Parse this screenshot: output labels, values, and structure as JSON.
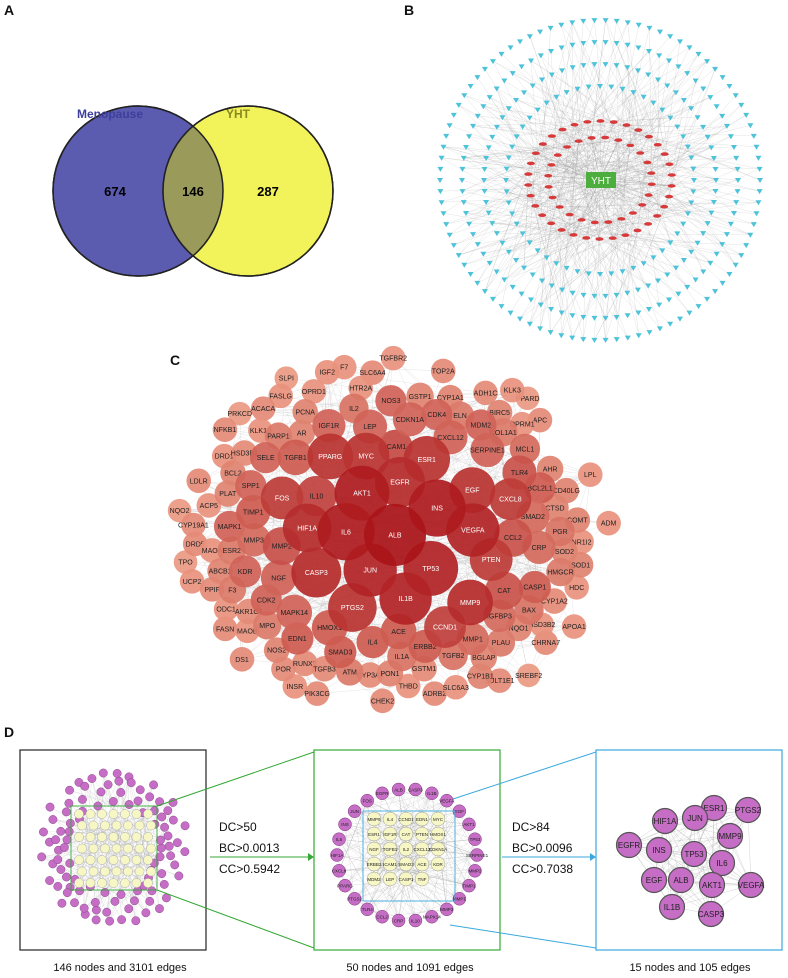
{
  "panels": {
    "a": "A",
    "b": "B",
    "c": "C",
    "d": "D"
  },
  "venn": {
    "left_label": "Menopause",
    "right_label": "YHT",
    "left_only": "674",
    "overlap": "146",
    "right_only": "287",
    "left_color": "#5b5bb0",
    "right_color": "#f2f25a",
    "overlap_color": "#9a9a5b"
  },
  "network_b": {
    "center_label": "YHT",
    "center_color": "#4cae3c",
    "target_color": "#4cc3d8",
    "ingredient_color": "#d73a3a"
  },
  "ppi_c": {
    "nodes": [
      {
        "label": "ALB",
        "size": 1.0,
        "heat": 1.0
      },
      {
        "label": "IL6",
        "size": 0.9,
        "heat": 0.95
      },
      {
        "label": "INS",
        "size": 0.9,
        "heat": 0.95
      },
      {
        "label": "TP53",
        "size": 0.85,
        "heat": 0.9
      },
      {
        "label": "JUN",
        "size": 0.82,
        "heat": 0.9
      },
      {
        "label": "AKT1",
        "size": 0.85,
        "heat": 0.95
      },
      {
        "label": "VEGFA",
        "size": 0.82,
        "heat": 0.9
      },
      {
        "label": "IL1B",
        "size": 0.8,
        "heat": 0.9
      },
      {
        "label": "EGFR",
        "size": 0.75,
        "heat": 0.85
      },
      {
        "label": "CASP3",
        "size": 0.75,
        "heat": 0.85
      },
      {
        "label": "HIF1A",
        "size": 0.72,
        "heat": 0.85
      },
      {
        "label": "PTGS2",
        "size": 0.72,
        "heat": 0.8
      },
      {
        "label": "MYC",
        "size": 0.68,
        "heat": 0.8
      },
      {
        "label": "ESR1",
        "size": 0.68,
        "heat": 0.8
      },
      {
        "label": "EGF",
        "size": 0.66,
        "heat": 0.8
      },
      {
        "label": "MMP9",
        "size": 0.66,
        "heat": 0.85
      },
      {
        "label": "PPARG",
        "size": 0.66,
        "heat": 0.8
      },
      {
        "label": "PTEN",
        "size": 0.6,
        "heat": 0.75
      },
      {
        "label": "FOS",
        "size": 0.6,
        "heat": 0.75
      },
      {
        "label": "CXCL8",
        "size": 0.58,
        "heat": 0.75
      },
      {
        "label": "CCND1",
        "size": 0.58,
        "heat": 0.72
      },
      {
        "label": "IL10",
        "size": 0.55,
        "heat": 0.7
      },
      {
        "label": "CAT",
        "size": 0.5,
        "heat": 0.6
      },
      {
        "label": "MMP2",
        "size": 0.5,
        "heat": 0.62
      },
      {
        "label": "CCL2",
        "size": 0.5,
        "heat": 0.6
      },
      {
        "label": "ACE",
        "size": 0.45,
        "heat": 0.55
      },
      {
        "label": "HMOX1",
        "size": 0.45,
        "heat": 0.55
      },
      {
        "label": "NGF",
        "size": 0.45,
        "heat": 0.5
      },
      {
        "label": "MAPK14",
        "size": 0.45,
        "heat": 0.5
      },
      {
        "label": "TGFB1",
        "size": 0.45,
        "heat": 0.55
      },
      {
        "label": "LEP",
        "size": 0.42,
        "heat": 0.5
      },
      {
        "label": "CXCL12",
        "size": 0.42,
        "heat": 0.5
      },
      {
        "label": "CDKN1A",
        "size": 0.42,
        "heat": 0.5
      },
      {
        "label": "SERPINE1",
        "size": 0.42,
        "heat": 0.5
      },
      {
        "label": "TIMP1",
        "size": 0.42,
        "heat": 0.55
      },
      {
        "label": "IGF1R",
        "size": 0.4,
        "heat": 0.5
      },
      {
        "label": "MMP3",
        "size": 0.4,
        "heat": 0.45
      },
      {
        "label": "CRP",
        "size": 0.4,
        "heat": 0.45
      },
      {
        "label": "SMAD2",
        "size": 0.4,
        "heat": 0.45
      },
      {
        "label": "MMP1",
        "size": 0.38,
        "heat": 0.45
      },
      {
        "label": "TLR4",
        "size": 0.42,
        "heat": 0.6
      },
      {
        "label": "IGFBP3",
        "size": 0.38,
        "heat": 0.45
      },
      {
        "label": "ERBB2",
        "size": 0.4,
        "heat": 0.55
      },
      {
        "label": "CASP1",
        "size": 0.38,
        "heat": 0.55
      },
      {
        "label": "ICAM1",
        "size": 0.42,
        "heat": 0.65
      },
      {
        "label": "SMAD3",
        "size": 0.38,
        "heat": 0.55
      },
      {
        "label": "CDK2",
        "size": 0.36,
        "heat": 0.5
      },
      {
        "label": "CDK4",
        "size": 0.36,
        "heat": 0.5
      },
      {
        "label": "IL4",
        "size": 0.38,
        "heat": 0.55
      },
      {
        "label": "SELE",
        "size": 0.36,
        "heat": 0.5
      },
      {
        "label": "EDN1",
        "size": 0.38,
        "heat": 0.55
      },
      {
        "label": "KDR",
        "size": 0.38,
        "heat": 0.5
      },
      {
        "label": "MDM2",
        "size": 0.36,
        "heat": 0.5
      },
      {
        "label": "BCL2L1",
        "size": 0.36,
        "heat": 0.55
      },
      {
        "label": "NOS3",
        "size": 0.36,
        "heat": 0.5
      },
      {
        "label": "SPP1",
        "size": 0.36,
        "heat": 0.5
      },
      {
        "label": "MAPK1",
        "size": 0.36,
        "heat": 0.5
      },
      {
        "label": "MCL1",
        "size": 0.34,
        "heat": 0.45
      },
      {
        "label": "IL2",
        "size": 0.32,
        "heat": 0.4
      },
      {
        "label": "IL1A",
        "size": 0.32,
        "heat": 0.4
      },
      {
        "label": "TGFB2",
        "size": 0.32,
        "heat": 0.4
      },
      {
        "label": "PGR",
        "size": 0.32,
        "heat": 0.4
      },
      {
        "label": "BAX",
        "size": 0.32,
        "heat": 0.4
      },
      {
        "label": "HMGCR",
        "size": 0.3,
        "heat": 0.35
      },
      {
        "label": "PARP1",
        "size": 0.28,
        "heat": 0.35
      },
      {
        "label": "ATM",
        "size": 0.28,
        "heat": 0.35
      },
      {
        "label": "PLAU",
        "size": 0.3,
        "heat": 0.35
      },
      {
        "label": "ELN",
        "size": 0.3,
        "heat": 0.35
      },
      {
        "label": "ESR2",
        "size": 0.3,
        "heat": 0.35
      },
      {
        "label": "CTSD",
        "size": 0.28,
        "heat": 0.3
      },
      {
        "label": "GSTP1",
        "size": 0.28,
        "heat": 0.3
      },
      {
        "label": "COL1A1",
        "size": 0.3,
        "heat": 0.35
      },
      {
        "label": "MPO",
        "size": 0.3,
        "heat": 0.35
      },
      {
        "label": "F3",
        "size": 0.28,
        "heat": 0.35
      },
      {
        "label": "PON1",
        "size": 0.26,
        "heat": 0.3
      },
      {
        "label": "AR",
        "size": 0.26,
        "heat": 0.3
      },
      {
        "label": "SOD2",
        "size": 0.26,
        "heat": 0.3
      },
      {
        "label": "NQO1",
        "size": 0.26,
        "heat": 0.3
      },
      {
        "label": "AHR",
        "size": 0.26,
        "heat": 0.3
      },
      {
        "label": "BGLAP",
        "size": 0.26,
        "heat": 0.3
      },
      {
        "label": "PLAT",
        "size": 0.26,
        "heat": 0.3
      },
      {
        "label": "GSTM1",
        "size": 0.24,
        "heat": 0.25
      },
      {
        "label": "HSD3B1",
        "size": 0.24,
        "heat": 0.25
      },
      {
        "label": "AKR1C3",
        "size": 0.24,
        "heat": 0.25
      },
      {
        "label": "ODC1",
        "size": 0.22,
        "heat": 0.2
      },
      {
        "label": "THBD",
        "size": 0.22,
        "heat": 0.2
      },
      {
        "label": "CYP1A2",
        "size": 0.24,
        "heat": 0.25
      },
      {
        "label": "KLK10",
        "size": 0.22,
        "heat": 0.2
      },
      {
        "label": "HTR2A",
        "size": 0.22,
        "heat": 0.2
      },
      {
        "label": "HSD3B2",
        "size": 0.22,
        "heat": 0.2
      },
      {
        "label": "TGFB3",
        "size": 0.24,
        "heat": 0.25
      },
      {
        "label": "MAOA",
        "size": 0.22,
        "heat": 0.2
      },
      {
        "label": "NR1I2",
        "size": 0.22,
        "heat": 0.2
      },
      {
        "label": "ACP5",
        "size": 0.22,
        "heat": 0.2
      },
      {
        "label": "HDC",
        "size": 0.22,
        "heat": 0.2
      },
      {
        "label": "OPRM1",
        "size": 0.22,
        "heat": 0.2
      },
      {
        "label": "CYP3A4",
        "size": 0.24,
        "heat": 0.25
      },
      {
        "label": "MAOB",
        "size": 0.22,
        "heat": 0.2
      },
      {
        "label": "SLC6A3",
        "size": 0.22,
        "heat": 0.2
      },
      {
        "label": "DRD1",
        "size": 0.22,
        "heat": 0.2
      },
      {
        "label": "OPRD1",
        "size": 0.22,
        "heat": 0.2
      },
      {
        "label": "NOS2",
        "size": 0.24,
        "heat": 0.3
      },
      {
        "label": "POR",
        "size": 0.22,
        "heat": 0.25
      },
      {
        "label": "PPIF",
        "size": 0.22,
        "heat": 0.25
      },
      {
        "label": "ABCB1",
        "size": 0.24,
        "heat": 0.3
      },
      {
        "label": "COMT",
        "size": 0.24,
        "heat": 0.3
      },
      {
        "label": "ADH1C",
        "size": 0.22,
        "heat": 0.25
      },
      {
        "label": "CYP1A1",
        "size": 0.24,
        "heat": 0.3
      },
      {
        "label": "SOD1",
        "size": 0.24,
        "heat": 0.3
      },
      {
        "label": "DRD5",
        "size": 0.22,
        "heat": 0.25
      },
      {
        "label": "SLC6A4",
        "size": 0.22,
        "heat": 0.25
      },
      {
        "label": "BIRC5",
        "size": 0.24,
        "heat": 0.3
      },
      {
        "label": "CHRNA7",
        "size": 0.22,
        "heat": 0.25
      },
      {
        "label": "ACACA",
        "size": 0.22,
        "heat": 0.25
      },
      {
        "label": "APC",
        "size": 0.22,
        "heat": 0.25
      },
      {
        "label": "PCNA",
        "size": 0.24,
        "heat": 0.3
      },
      {
        "label": "CHEK2",
        "size": 0.22,
        "heat": 0.25
      },
      {
        "label": "CYP1B1",
        "size": 0.24,
        "heat": 0.3
      },
      {
        "label": "ADRB2",
        "size": 0.22,
        "heat": 0.25
      },
      {
        "label": "BCL2",
        "size": 0.24,
        "heat": 0.3
      },
      {
        "label": "SULT1E1",
        "size": 0.22,
        "heat": 0.25
      },
      {
        "label": "FASN",
        "size": 0.22,
        "heat": 0.25
      },
      {
        "label": "TOP2A",
        "size": 0.22,
        "heat": 0.25
      },
      {
        "label": "PIK3CG",
        "size": 0.22,
        "heat": 0.25
      },
      {
        "label": "LDLR",
        "size": 0.22,
        "heat": 0.25
      },
      {
        "label": "CYP19A1",
        "size": 0.22,
        "heat": 0.25
      },
      {
        "label": "UCP2",
        "size": 0.22,
        "heat": 0.2
      },
      {
        "label": "IGF2",
        "size": 0.22,
        "heat": 0.2
      },
      {
        "label": "TPO",
        "size": 0.2,
        "heat": 0.15
      },
      {
        "label": "FASLG",
        "size": 0.22,
        "heat": 0.2
      },
      {
        "label": "CD40LG",
        "size": 0.24,
        "heat": 0.3
      },
      {
        "label": "NFKB1",
        "size": 0.22,
        "heat": 0.25
      },
      {
        "label": "KLK3",
        "size": 0.22,
        "heat": 0.2
      },
      {
        "label": "PPARD",
        "size": 0.2,
        "heat": 0.15
      },
      {
        "label": "NQO2",
        "size": 0.2,
        "heat": 0.15
      },
      {
        "label": "LPL",
        "size": 0.22,
        "heat": 0.2
      },
      {
        "label": "TGFBR2",
        "size": 0.22,
        "heat": 0.2
      },
      {
        "label": "PRKCD",
        "size": 0.2,
        "heat": 0.15
      },
      {
        "label": "SREBF2",
        "size": 0.2,
        "heat": 0.15
      },
      {
        "label": "ADM",
        "size": 0.22,
        "heat": 0.2
      },
      {
        "label": "SLPI",
        "size": 0.2,
        "heat": 0.15
      },
      {
        "label": "APOA1",
        "size": 0.22,
        "heat": 0.2
      },
      {
        "label": "INSR",
        "size": 0.22,
        "heat": 0.2
      },
      {
        "label": "RUNX2",
        "size": 0.24,
        "heat": 0.25
      },
      {
        "label": "F7",
        "size": 0.22,
        "heat": 0.2
      },
      {
        "label": "DS1",
        "size": 0.22,
        "heat": 0.25
      }
    ]
  },
  "filter_d": {
    "step1": {
      "dc": "DC>50",
      "bc": "BC>0.0013",
      "cc": "CC>0.5942",
      "caption": "146 nodes and 3101 edges"
    },
    "step2": {
      "dc": "DC>84",
      "bc": "BC>0.0096",
      "cc": "CC>0.7038",
      "caption": "50 nodes and 1091 edges"
    },
    "step3": {
      "caption": "15 nodes and 105 edges"
    },
    "mid_labels": [
      "SERPINE1",
      "MMP2",
      "TIMP1",
      "MMP1",
      "MMP3",
      "MAPK14",
      "IL10",
      "CRP",
      "CCL2",
      "TLR4",
      "PTGS2",
      "PPARG",
      "CXCL8",
      "HIF1A",
      "IL6",
      "INS",
      "JUN",
      "FOS",
      "EGFR",
      "ALB",
      "CASP3",
      "IL1B",
      "VEGFA",
      "EGF",
      "AKT1",
      "TP53",
      "MMP9",
      "IL4",
      "CCND1",
      "EDN1",
      "MYC",
      "ESR1",
      "IGF1R",
      "CAT",
      "PTEN",
      "HMOX1",
      "NGF",
      "TGFB1",
      "IL2",
      "CXCL12",
      "CDKN1A",
      "ERBB2",
      "ICAM1",
      "SMAD3",
      "ACE",
      "KDR",
      "MDM2",
      "LEP",
      "CASP1",
      "TNF"
    ],
    "final_nodes": [
      "ESR1",
      "PTGS2",
      "HIF1A",
      "JUN",
      "MMP9",
      "EGFR",
      "INS",
      "TP53",
      "IL6",
      "EGF",
      "ALB",
      "AKT1",
      "VEGFA",
      "IL1B",
      "CASP3"
    ],
    "frame_colors": {
      "first": "#222222",
      "second": "#35a835",
      "third": "#3aa8dd"
    },
    "node_colors": {
      "outer": "#c66dc6",
      "inner": "#f7f7c6"
    }
  }
}
